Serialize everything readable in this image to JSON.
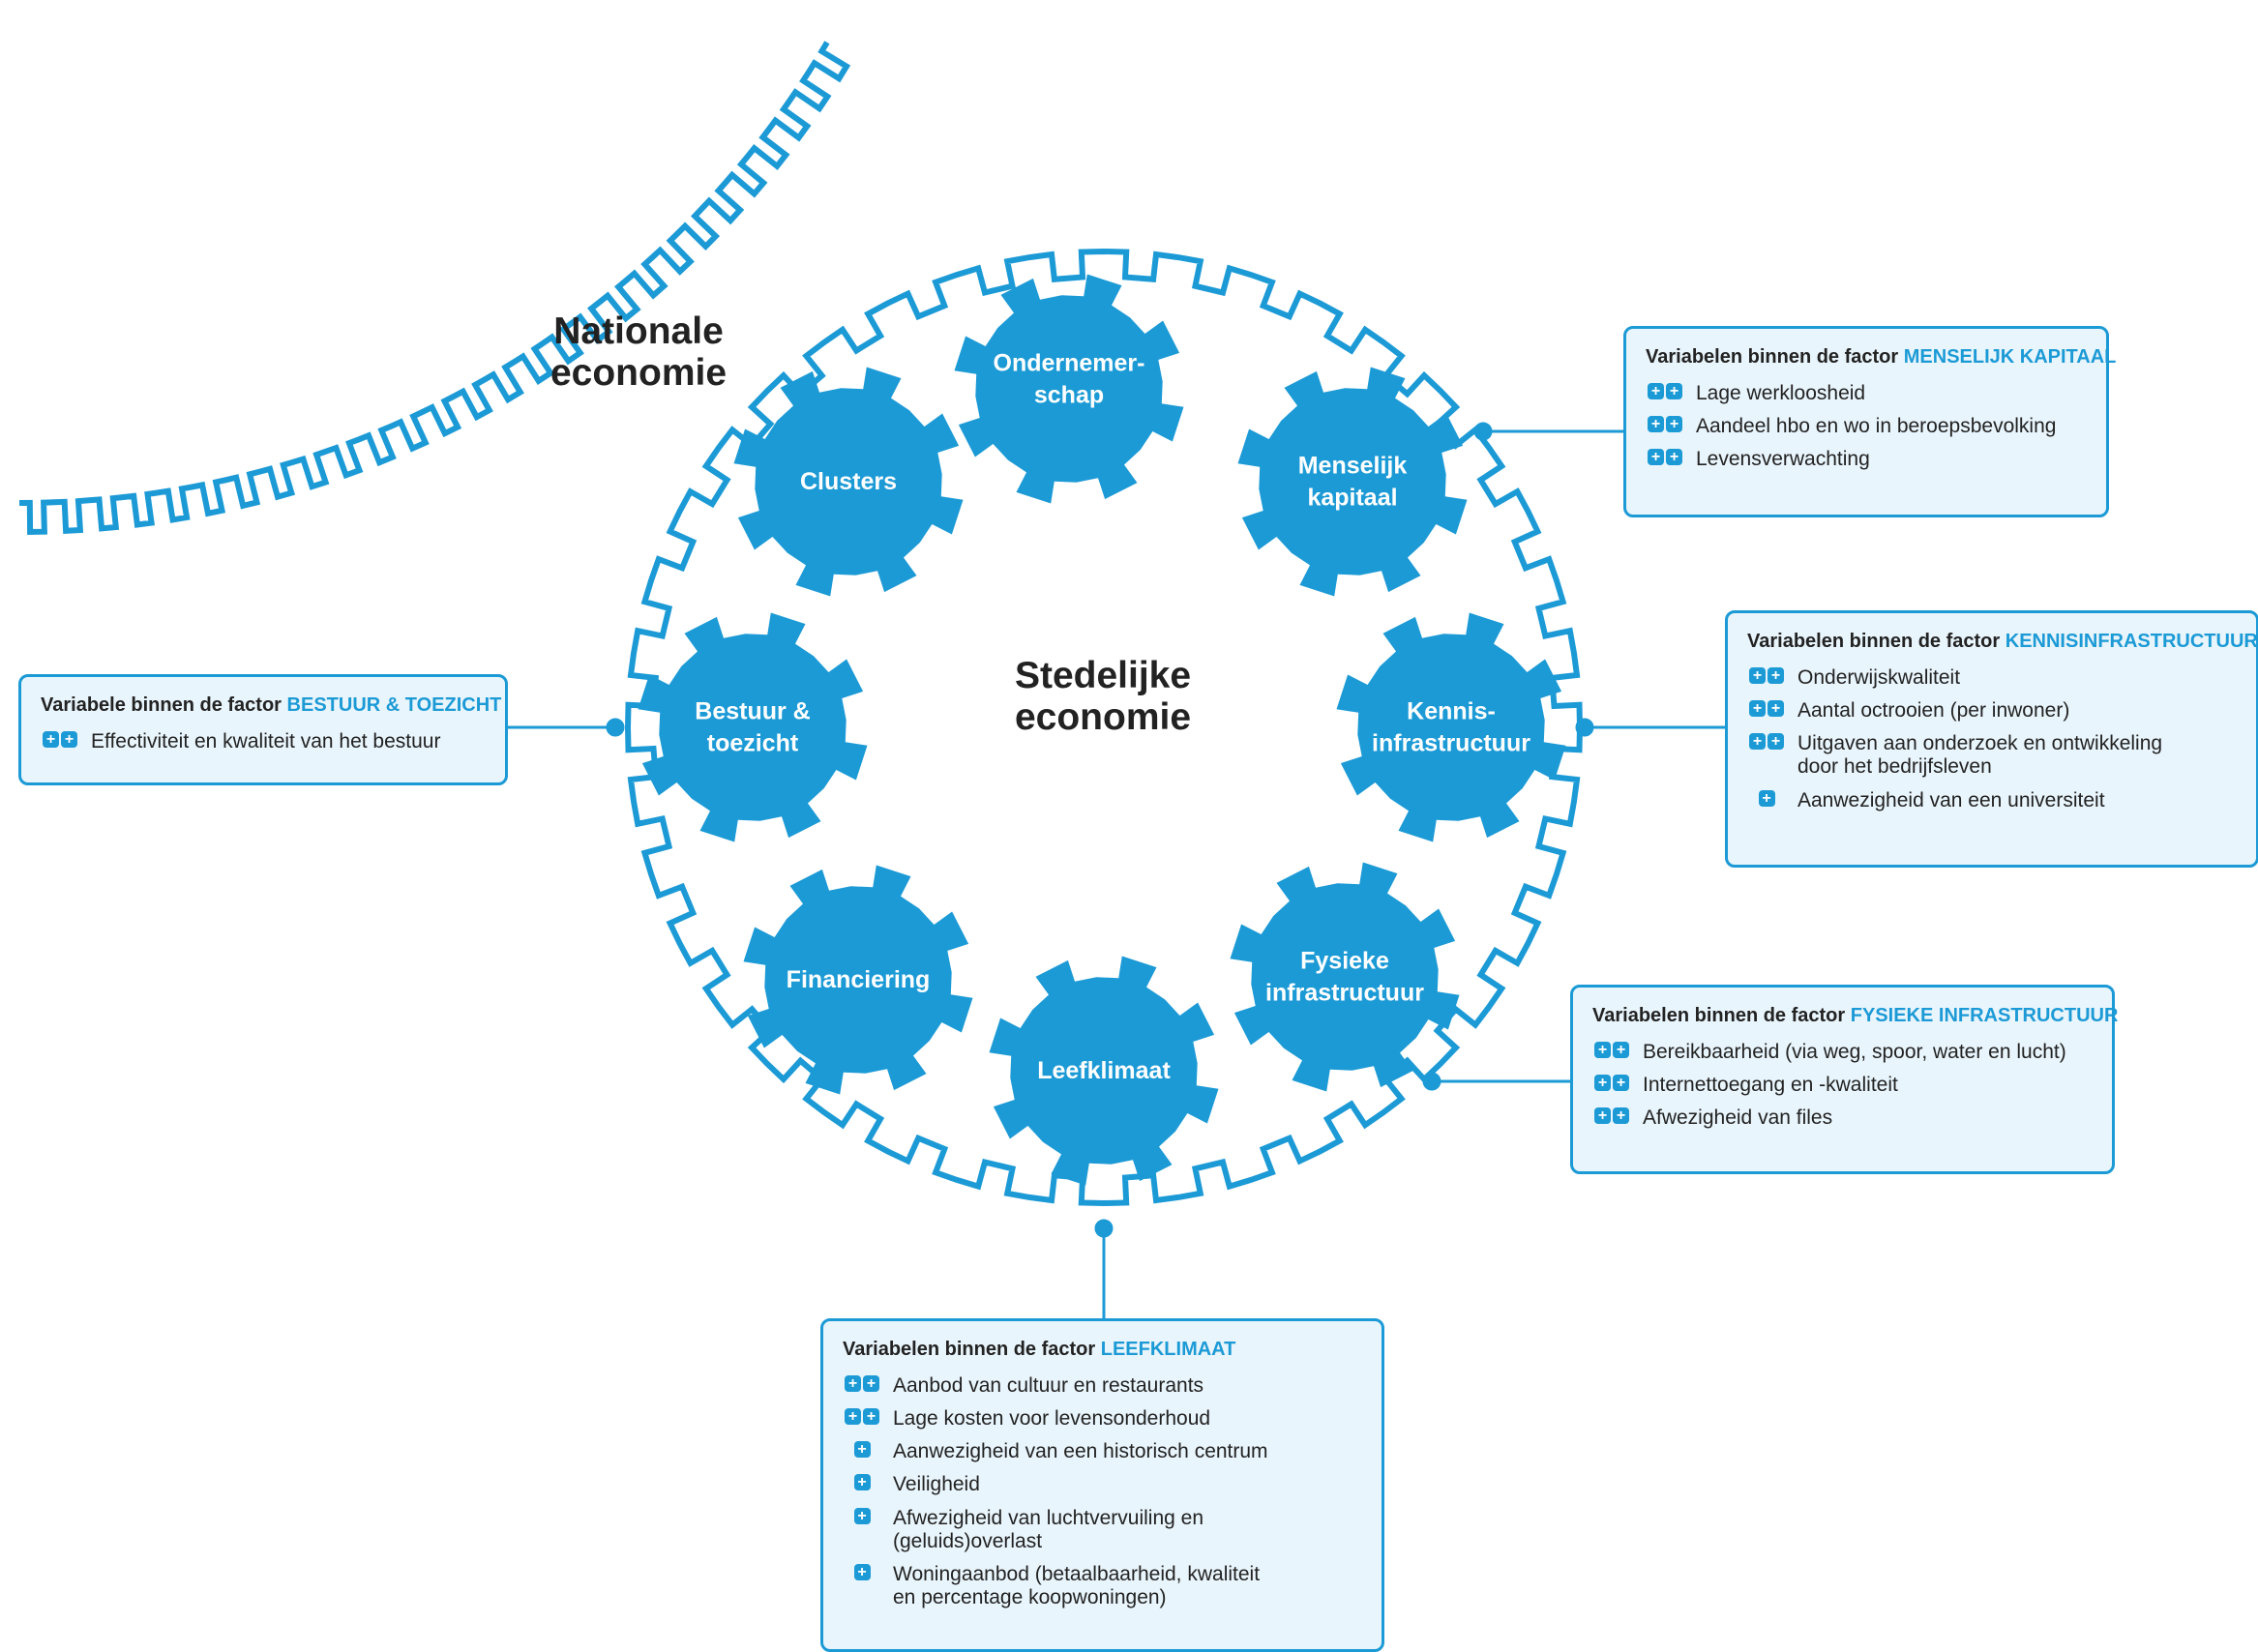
{
  "title_national": "Nationale economie",
  "title_city": "Stedelijke economie",
  "gears": [
    "Ondernemer-\nschap",
    "Menselijk\nkapitaal",
    "Kennis-\ninfrastructuur",
    "Fysieke\ninfrastructuur",
    "Leefklimaat",
    "Financiering",
    "Bestuur &\ntoezicht",
    "Clusters"
  ],
  "colors": {
    "accent": "#1c9ad6",
    "box_fill": "#e9f5fc"
  },
  "boxes": {
    "menselijk": {
      "header_prefix": "Variabelen binnen de factor",
      "factor": "MENSELIJK KAPITAAL",
      "items": [
        {
          "plus": 2,
          "text": "Lage werkloosheid"
        },
        {
          "plus": 2,
          "text": "Aandeel hbo en wo in beroepsbevolking"
        },
        {
          "plus": 2,
          "text": "Levensverwachting"
        }
      ]
    },
    "kennis": {
      "header_prefix": "Variabelen binnen de factor",
      "factor": "KENNISINFRASTRUCTUUR",
      "items": [
        {
          "plus": 2,
          "text": "Onderwijskwaliteit"
        },
        {
          "plus": 2,
          "text": "Aantal octrooien (per inwoner)"
        },
        {
          "plus": 2,
          "text": "Uitgaven aan onderzoek en ontwikkeling door het bedrijfsleven"
        },
        {
          "plus": 1,
          "text": "Aanwezigheid van een universiteit"
        }
      ]
    },
    "fysiek": {
      "header_prefix": "Variabelen binnen de factor",
      "factor": "FYSIEKE INFRASTRUCTUUR",
      "items": [
        {
          "plus": 2,
          "text": "Bereikbaarheid (via weg, spoor, water en lucht)"
        },
        {
          "plus": 2,
          "text": "Internettoegang en -kwaliteit"
        },
        {
          "plus": 2,
          "text": "Afwezigheid van files"
        }
      ]
    },
    "leef": {
      "header_prefix": "Variabelen binnen de factor",
      "factor": "LEEFKLIMAAT",
      "items": [
        {
          "plus": 2,
          "text": "Aanbod van cultuur en restaurants"
        },
        {
          "plus": 2,
          "text": "Lage kosten voor levensonderhoud"
        },
        {
          "plus": 1,
          "text": "Aanwezigheid van een historisch centrum"
        },
        {
          "plus": 1,
          "text": "Veiligheid"
        },
        {
          "plus": 1,
          "text": "Afwezigheid van luchtvervuiling en (geluids)overlast"
        },
        {
          "plus": 1,
          "text": "Woningaanbod (betaalbaarheid, kwaliteit en percentage koopwoningen)"
        }
      ]
    },
    "bestuur": {
      "header_prefix": "Variabele binnen de factor",
      "factor": "BESTUUR & TOEZICHT",
      "items": [
        {
          "plus": 2,
          "text": "Effectiviteit en kwaliteit van het bestuur"
        }
      ]
    }
  }
}
